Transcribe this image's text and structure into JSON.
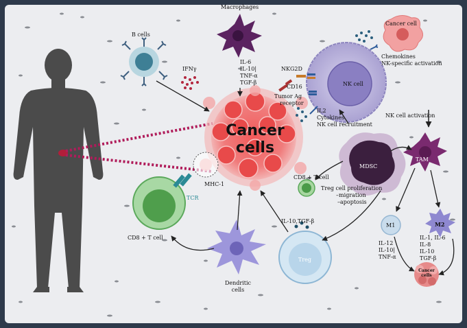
{
  "colors": {
    "frame": "#2e3a4b",
    "background": "#ecedf0",
    "body": "#4a4a4a",
    "tumor": "#f06a6a",
    "nk": "#b7b0d8",
    "mdsc": "#3b1f3e",
    "tam": "#7a2a6f",
    "cd8": "#5aa85a",
    "treg": "#cde3f2",
    "dendritic": "#8e88d0",
    "macrophage": "#5b2360",
    "bcell": "#4a8fa8",
    "arrow": "#222222"
  },
  "labels": {
    "macrophages": "Macrophages",
    "macrophage_cytokines": [
      "IL-6",
      "IL-10|",
      "TNF-α",
      "TGF-β"
    ],
    "b_cells": "B cells",
    "ifn": "IFNγ",
    "cancer_cell": "Cancer cell",
    "chemokines": "Chemokines",
    "nk_specific_activation": "NK-specific activation",
    "nk_cell": "NK cell",
    "nkg2d": "NKG2D",
    "cd16": "CD16",
    "tumor_ag_receptor": [
      "Tumor Ag",
      "receptor"
    ],
    "il2": "IL2",
    "cytokines": "Cytokines",
    "nk_recruitment": "NK cell recruitment",
    "nk_activation": "NK cell activation",
    "cancer_cells": [
      "Cancer",
      "cells"
    ],
    "mdsc": "MDSC",
    "tam": "TAM",
    "cd8_t_cell_right": "CD8 + T cell",
    "treg_effects": [
      "Treg cell proliferation",
      "–migration",
      "–apoptosis"
    ],
    "tcr": "TCR",
    "mhc1": "MHC-1",
    "cd8_t_cell_left": "CD8 + T cell",
    "il10_tgf": "IL-10,TGF-β",
    "treg": "Treg",
    "dendritic_cells": [
      "Dendritic",
      "cells"
    ],
    "m1": "M1",
    "m2": "M2",
    "m1_cytokines": [
      "IL-12",
      "IL-10|",
      "TNF-α"
    ],
    "m2_cytokines": [
      "IL-1, IL-6",
      "IL-8",
      "IL-10",
      "TGF-β"
    ],
    "small_cancer_cells": [
      "Cancer",
      "cells"
    ]
  }
}
